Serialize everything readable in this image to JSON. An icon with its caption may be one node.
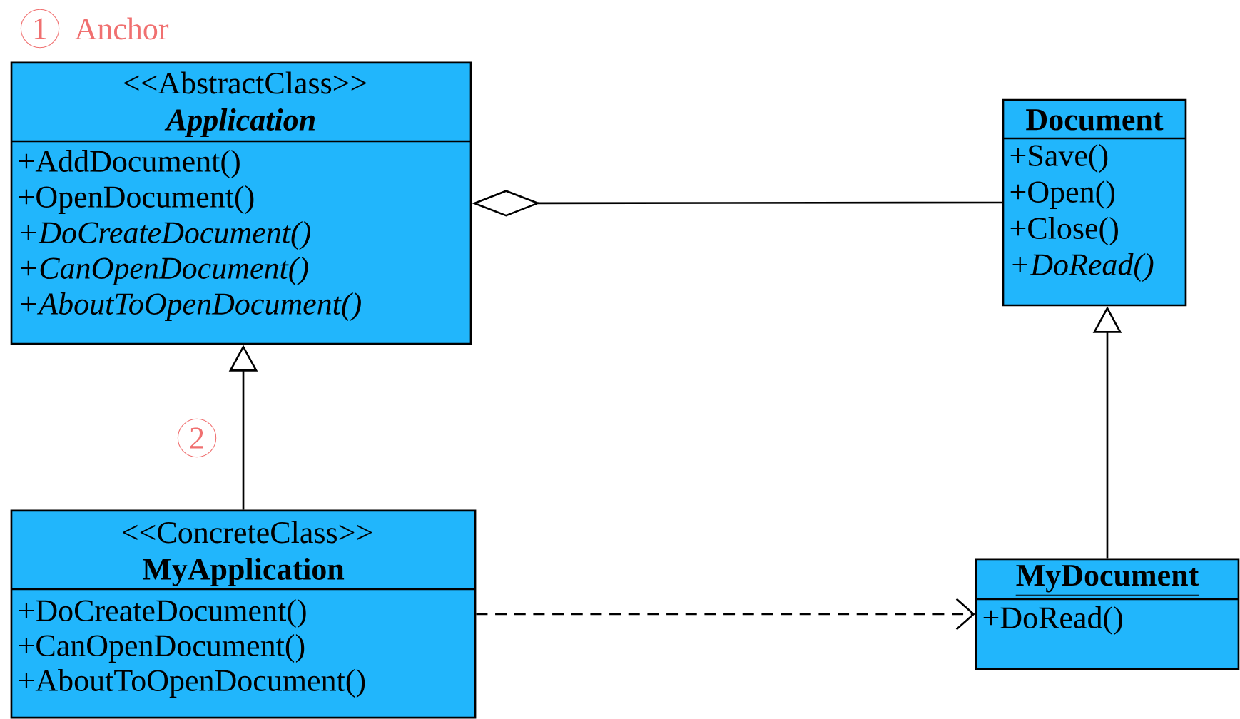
{
  "diagram": {
    "nodes": [
      {
        "text": [
          "<<AbstractClass>>",
          "Application",
          "+AddDocument()",
          "+OpenDocument()",
          "*+DoCreateDocument()*",
          "*+CanOpenDocument()*",
          "*+AboutToOpenDocument()*"
        ]
      },
      {
        "text": [
          "Document",
          "+Save()",
          "+Open()",
          "+Close()",
          "*+DoRead()*"
        ]
      },
      {
        "text": [
          "<<ConcreteClass>>",
          "MyApplication",
          "+DoCreateDocument()",
          "+CanOpenDocument()",
          "+AboutToOpenDocument()"
        ]
      },
      {
        "text": [
          "MyDocument",
          "+DoRead()"
        ]
      }
    ],
    "edges": [
      {
        "from": 0,
        "to": 1,
        "arrow": "other"
      },
      {
        "from": 2,
        "to": 0,
        "arrow": "to"
      },
      {
        "from": 3,
        "to": 1,
        "arrow": "to"
      },
      {
        "from": 2,
        "to": 3,
        "arrow": "to",
        "style": "dashed"
      }
    ],
    "labels": [
      "1",
      "Anchor",
      "2"
    ]
  }
}
